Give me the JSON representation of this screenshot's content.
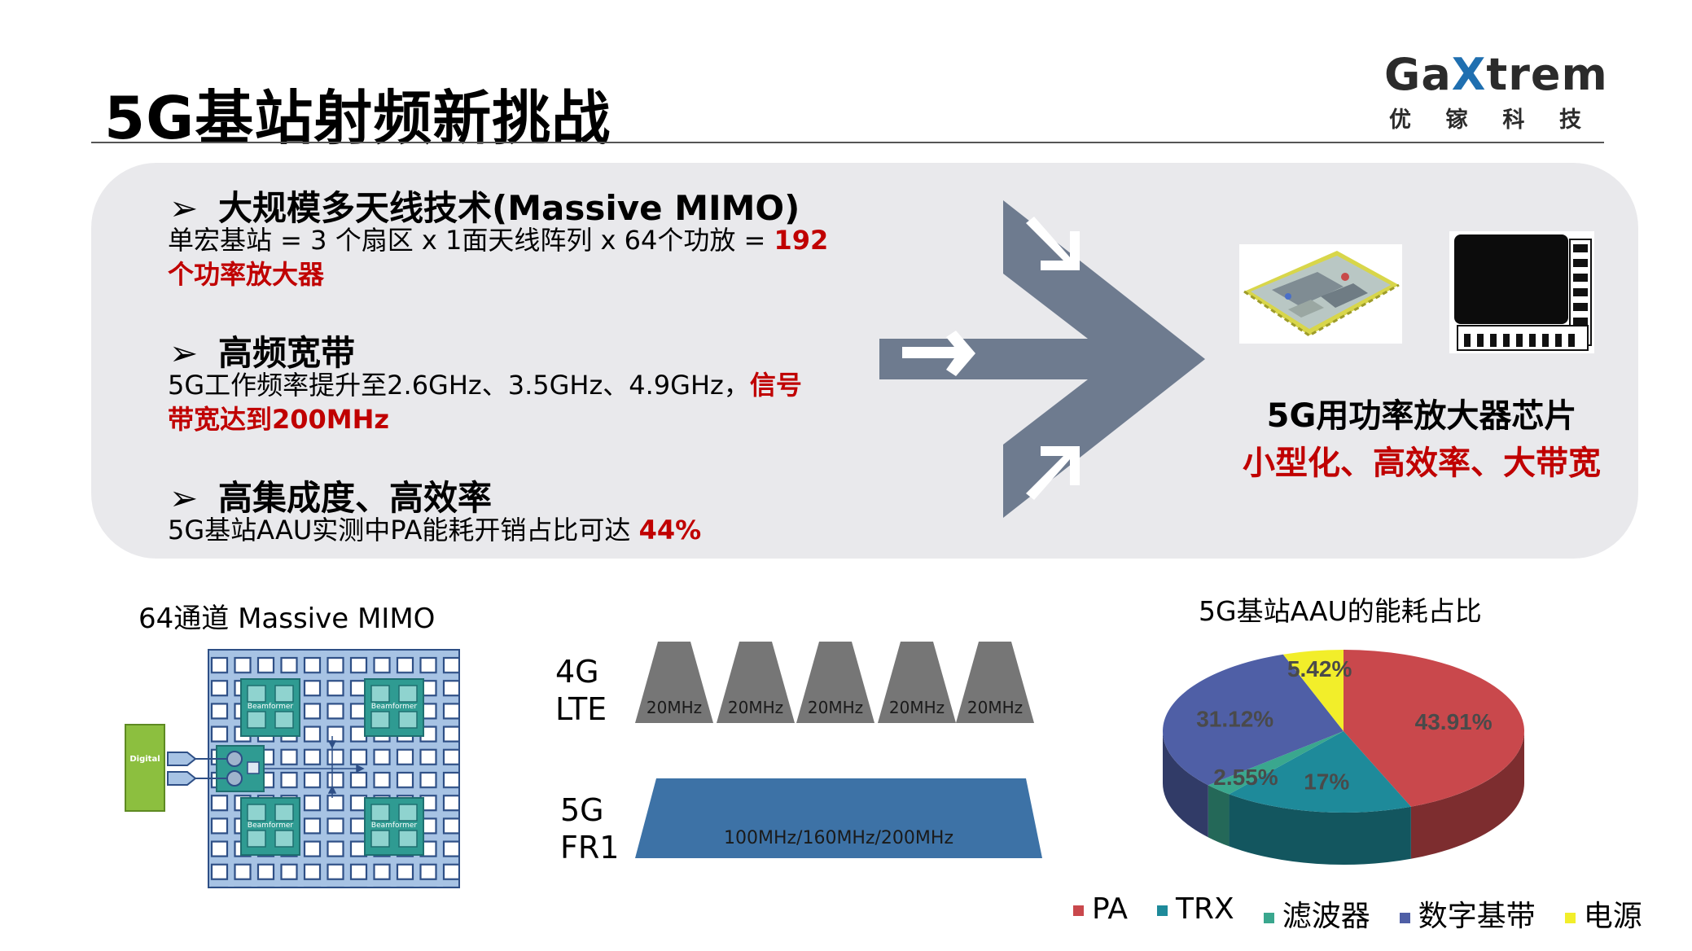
{
  "slide": {
    "title": "5G基站射频新挑战",
    "logo": {
      "word_a": "Ga",
      "word_x": "X",
      "word_b": "trem",
      "cn": [
        "优",
        "镓",
        "科",
        "技"
      ]
    }
  },
  "bullets": [
    {
      "marker": "➢",
      "head": "大规模多天线技术(Massive MIMO)",
      "line1": "单宏基站 = 3 个扇区 x 1面天线阵列 x 64个功放 = ",
      "line1_red": "192",
      "line2_red": "个功率放大器"
    },
    {
      "marker": "➢",
      "head": "高频宽带",
      "line1": "5G工作频率提升至2.6GHz、3.5GHz、4.9GHz，",
      "line1_red": "信号",
      "line2_red": "带宽达到200MHz"
    },
    {
      "marker": "➢",
      "head": "高集成度、高效率",
      "line1": "5G基站AAU实测中PA能耗开销占比可达 ",
      "line1_red": "44%"
    }
  ],
  "chips": {
    "caption": "5G用功率放大器芯片",
    "caption_red": "小型化、高效率、大带宽"
  },
  "mimo": {
    "caption": "64通道 Massive MIMO",
    "digital": "Digital",
    "beamformer": "Beamformer"
  },
  "bands": {
    "lte_label": [
      "4G",
      "LTE"
    ],
    "lte_channels": [
      "20MHz",
      "20MHz",
      "20MHz",
      "20MHz",
      "20MHz"
    ],
    "fr1_label": [
      "5G",
      "FR1"
    ],
    "fr1_channel": "100MHz/160MHz/200MHz"
  },
  "colors": {
    "accent_red": "#c00000",
    "arrow": "#6e7b8f",
    "band_gray": "#767676",
    "band_blue": "#3d72a6"
  },
  "chart_data": {
    "type": "pie",
    "title": "5G基站AAU的能耗占比",
    "slices": [
      {
        "name": "PA",
        "value": 43.91,
        "label": "43.91%",
        "color": "#c9484c"
      },
      {
        "name": "TRX",
        "value": 17,
        "label": "17%",
        "color": "#1e8a9a"
      },
      {
        "name": "滤波器",
        "value": 2.55,
        "label": "2.55%",
        "color": "#3aa78e"
      },
      {
        "name": "数字基带",
        "value": 31.12,
        "label": "31.12%",
        "color": "#4f5fa6"
      },
      {
        "name": "电源",
        "value": 5.42,
        "label": "5.42%",
        "color": "#f2ee2a"
      }
    ],
    "legend_position": "bottom",
    "style": "3d"
  }
}
